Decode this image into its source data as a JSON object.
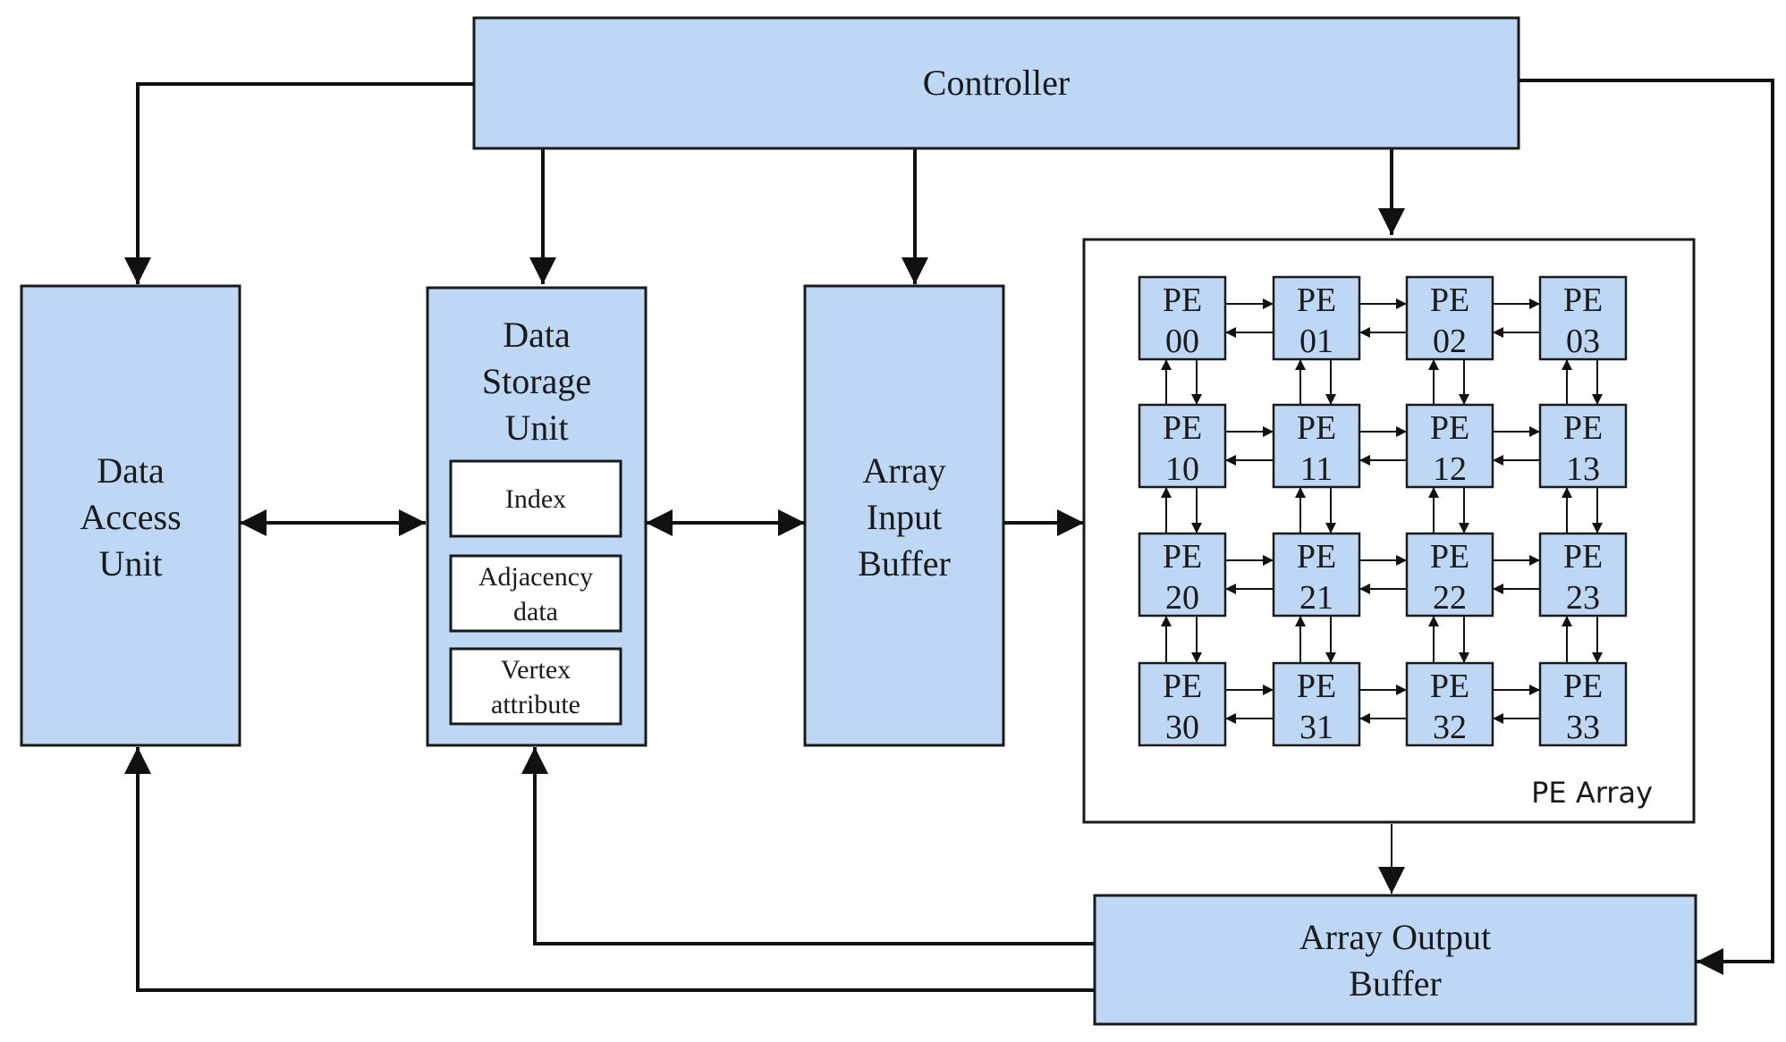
{
  "controller": {
    "label": "Controller"
  },
  "data_access_unit": {
    "lines": [
      "Data",
      "Access",
      "Unit"
    ]
  },
  "data_storage_unit": {
    "lines": [
      "Data",
      "Storage",
      "Unit"
    ],
    "index": [
      "Index"
    ],
    "adjacency": [
      "Adjacency",
      "data"
    ],
    "vertex": [
      "Vertex",
      "attribute"
    ]
  },
  "array_input_buffer": {
    "lines": [
      "Array",
      "Input",
      "Buffer"
    ]
  },
  "pe_array": {
    "label": "PE Array",
    "pe_prefix": "PE",
    "rows": [
      [
        "00",
        "01",
        "02",
        "03"
      ],
      [
        "10",
        "11",
        "12",
        "13"
      ],
      [
        "20",
        "21",
        "22",
        "23"
      ],
      [
        "30",
        "31",
        "32",
        "33"
      ]
    ]
  },
  "array_output_buffer": {
    "lines": [
      "Array Output",
      "Buffer"
    ]
  },
  "colors": {
    "block_fill": "#bdd7f5",
    "stroke": "#1a1a1a"
  }
}
